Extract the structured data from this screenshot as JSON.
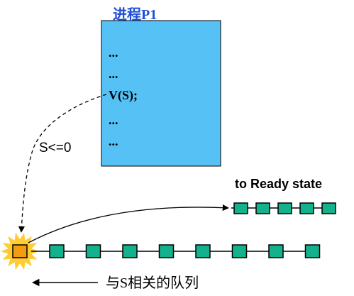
{
  "process": {
    "title": "进程P1",
    "code_lines": [
      "...",
      "...",
      "V(S);",
      "...",
      "..."
    ],
    "box_color": "#55c1f5"
  },
  "labels": {
    "condition": "S<=0",
    "ready": "to Ready state",
    "queue": "与S相关的队列"
  },
  "colors": {
    "queue_node": "#13b28d",
    "selected_node": "#f39c12",
    "burst": "#ffcc33",
    "title": "#1f4fd8"
  },
  "icons": {
    "burst": "starburst-icon",
    "queue_arrow": "left-arrow-icon"
  },
  "queue": {
    "waiting_node_count": 8,
    "ready_node_count": 5
  }
}
